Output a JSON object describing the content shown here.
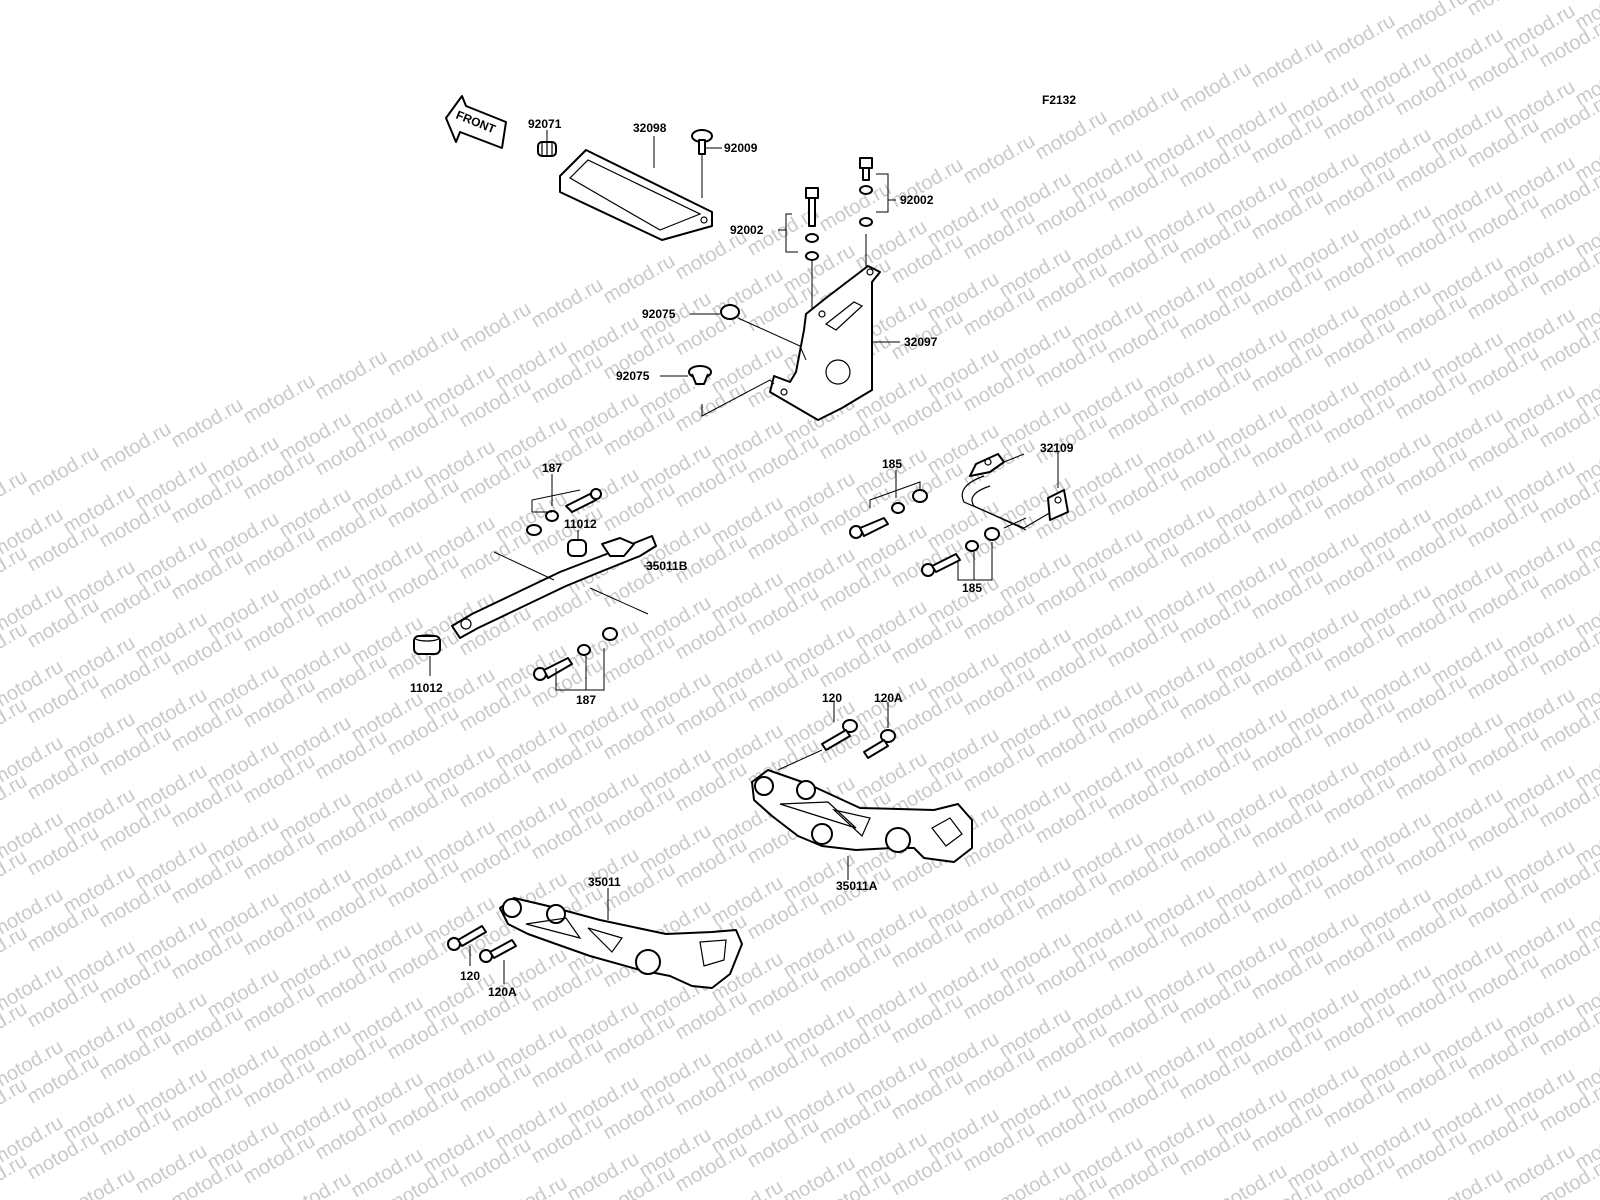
{
  "diagram": {
    "code": "F2132",
    "watermark": "motod.ru",
    "front_arrow": "FRONT",
    "labels": {
      "p92071": "92071",
      "p32098": "32098",
      "p92009": "92009",
      "p92002a": "92002",
      "p92002b": "92002",
      "p92075a": "92075",
      "p92075b": "92075",
      "p32097": "32097",
      "p187a": "187",
      "p11012a": "11012",
      "p35011B": "35011B",
      "p11012b": "11012",
      "p187b": "187",
      "p185a": "185",
      "p32109": "32109",
      "p185b": "185",
      "p120a": "120",
      "p120Aa": "120A",
      "p35011A": "35011A",
      "p35011": "35011",
      "p120b": "120",
      "p120Ab": "120A"
    }
  }
}
